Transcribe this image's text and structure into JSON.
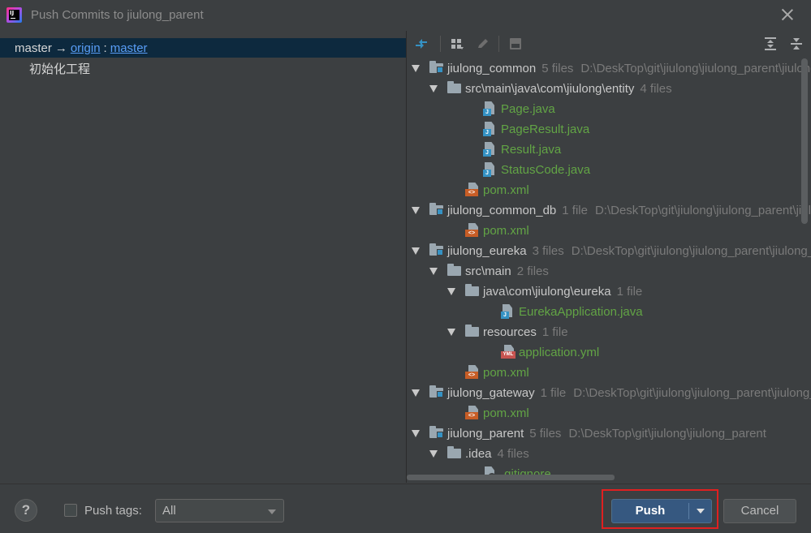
{
  "window": {
    "title": "Push Commits to jiulong_parent"
  },
  "commits_panel": {
    "branch": {
      "local": "master",
      "arrow": "→",
      "remote": "origin",
      "separator": ":",
      "remote_branch": "master"
    },
    "commits": [
      {
        "message": "初始化工程"
      }
    ]
  },
  "changes_toolbar": {
    "icons": [
      "diff-arrows-icon",
      "group-by-icon",
      "edit-icon",
      "show-diff-icon",
      "expand-all-icon",
      "collapse-all-icon"
    ]
  },
  "tree": [
    {
      "kind": "module",
      "name": "jiulong_common",
      "count": "5 files",
      "path": "D:\\DeskTop\\git\\jiulong\\jiulong_parent\\jiulong_common",
      "expanded": true
    },
    {
      "kind": "dir",
      "name": "src\\main\\java\\com\\jiulong\\entity",
      "count": "4 files",
      "expanded": true
    },
    {
      "kind": "java",
      "name": "Page.java"
    },
    {
      "kind": "java",
      "name": "PageResult.java"
    },
    {
      "kind": "java",
      "name": "Result.java"
    },
    {
      "kind": "java",
      "name": "StatusCode.java"
    },
    {
      "kind": "xml",
      "name": "pom.xml"
    },
    {
      "kind": "module",
      "name": "jiulong_common_db",
      "count": "1 file",
      "path": "D:\\DeskTop\\git\\jiulong\\jiulong_parent\\jiulong_common_db",
      "expanded": true
    },
    {
      "kind": "xml",
      "name": "pom.xml"
    },
    {
      "kind": "module",
      "name": "jiulong_eureka",
      "count": "3 files",
      "path": "D:\\DeskTop\\git\\jiulong\\jiulong_parent\\jiulong_eureka",
      "expanded": true
    },
    {
      "kind": "dir",
      "name": "src\\main",
      "count": "2 files",
      "expanded": true
    },
    {
      "kind": "dir",
      "name": "java\\com\\jiulong\\eureka",
      "count": "1 file",
      "expanded": true
    },
    {
      "kind": "java",
      "name": "EurekaApplication.java"
    },
    {
      "kind": "dir",
      "name": "resources",
      "count": "1 file",
      "expanded": true
    },
    {
      "kind": "yml",
      "name": "application.yml"
    },
    {
      "kind": "xml",
      "name": "pom.xml"
    },
    {
      "kind": "module",
      "name": "jiulong_gateway",
      "count": "1 file",
      "path": "D:\\DeskTop\\git\\jiulong\\jiulong_parent\\jiulong_gateway",
      "expanded": true
    },
    {
      "kind": "xml",
      "name": "pom.xml"
    },
    {
      "kind": "module",
      "name": "jiulong_parent",
      "count": "5 files",
      "path": "D:\\DeskTop\\git\\jiulong\\jiulong_parent",
      "expanded": true
    },
    {
      "kind": "dir",
      "name": ".idea",
      "count": "4 files",
      "expanded": true
    },
    {
      "kind": "gitignore",
      "name": ".gitignore"
    }
  ],
  "footer": {
    "help_label": "?",
    "push_tags_label": "Push tags:",
    "push_tags_checked": false,
    "tags_select_value": "All",
    "push_label": "Push",
    "cancel_label": "Cancel"
  },
  "colors": {
    "background": "#3c3f41",
    "selection": "#0d293e",
    "link": "#589df6",
    "added_file": "#62a445",
    "primary_button": "#365880",
    "highlight_border": "#e02020"
  }
}
